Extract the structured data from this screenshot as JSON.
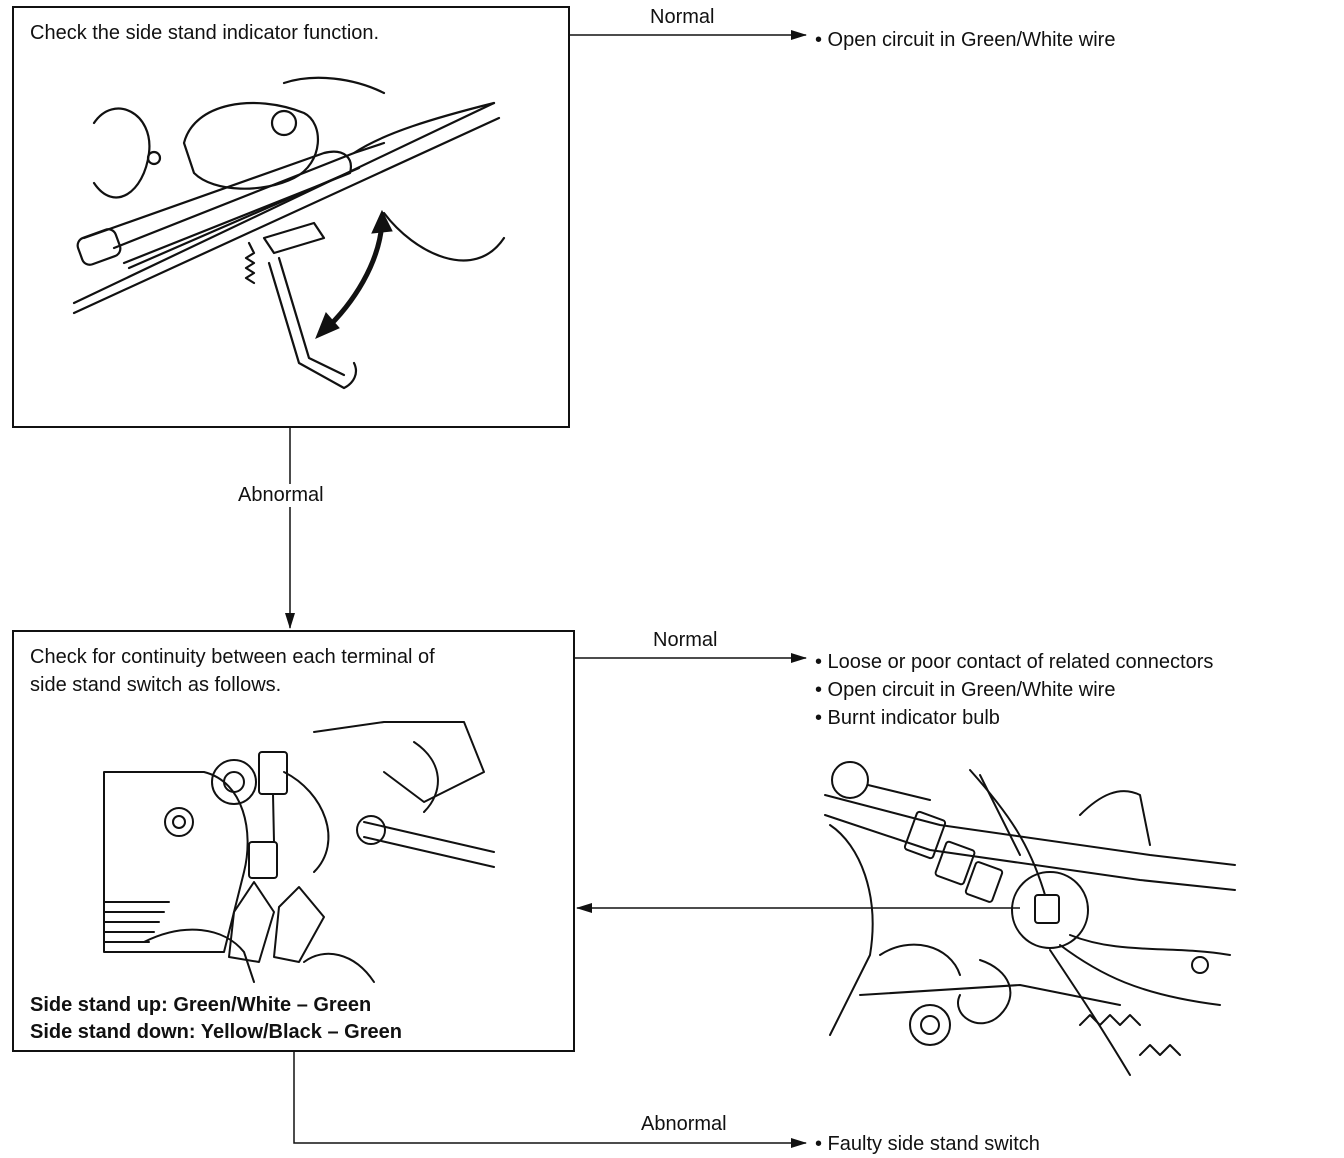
{
  "step1": {
    "text": "Check the side stand indicator function."
  },
  "step2": {
    "text_line1": "Check for continuity between each terminal of",
    "text_line2": "side stand switch as follows.",
    "spec_up": "Side stand up: Green/White – Green",
    "spec_down": "Side stand down: Yellow/Black – Green"
  },
  "branches": {
    "normal_1": "Normal",
    "abnormal_1": "Abnormal",
    "normal_2": "Normal",
    "abnormal_2": "Abnormal"
  },
  "results": {
    "result_1": [
      "• Open circuit in Green/White wire"
    ],
    "result_2": [
      "• Loose or poor contact of related connectors",
      "• Open circuit in Green/White wire",
      "• Burnt indicator bulb"
    ],
    "result_3": [
      "• Faulty side stand switch"
    ]
  }
}
